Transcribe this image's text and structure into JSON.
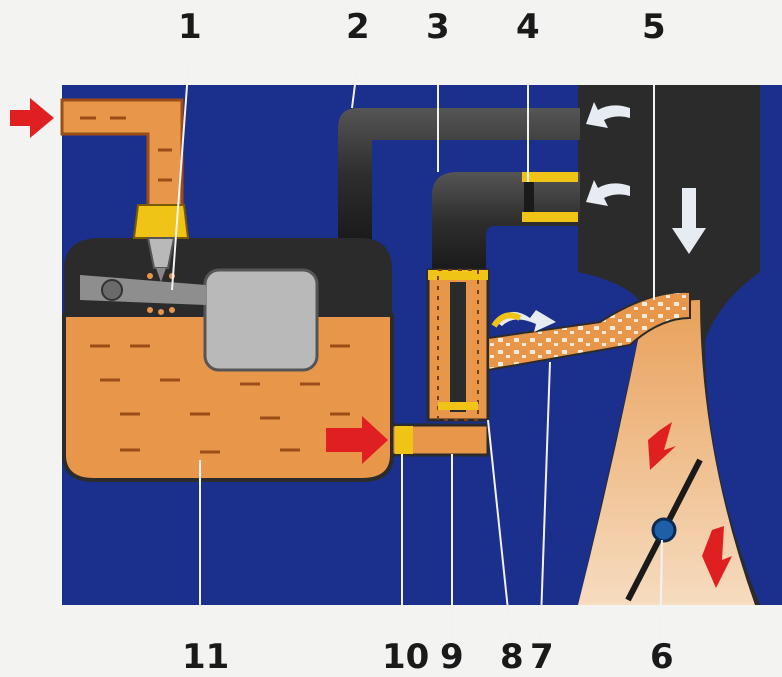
{
  "labels": {
    "top": [
      "1",
      "2",
      "3",
      "4",
      "5"
    ],
    "bottom": [
      "11",
      "10",
      "9",
      "8",
      "7",
      "6"
    ]
  },
  "colors": {
    "background": "#1b2f8c",
    "fuel": "#e8964a",
    "fuel_dark": "#9c4d17",
    "body": "#2b2b2b",
    "pipe": "#3a3a3a",
    "brass": "#f0c417",
    "float": "#b9b9b9",
    "arrow_red": "#e02020",
    "arrow_white": "#e6ecf2",
    "mixture": "#f1cfa6",
    "throttle_shaft": "#1f5fa8"
  },
  "icons": [
    "fuel-inlet-arrow-icon",
    "air-inlet-arrow-icon",
    "airflow-down-arrow-icon",
    "mixture-flow-arrow-icon",
    "air-bleed-arrow-icon"
  ]
}
